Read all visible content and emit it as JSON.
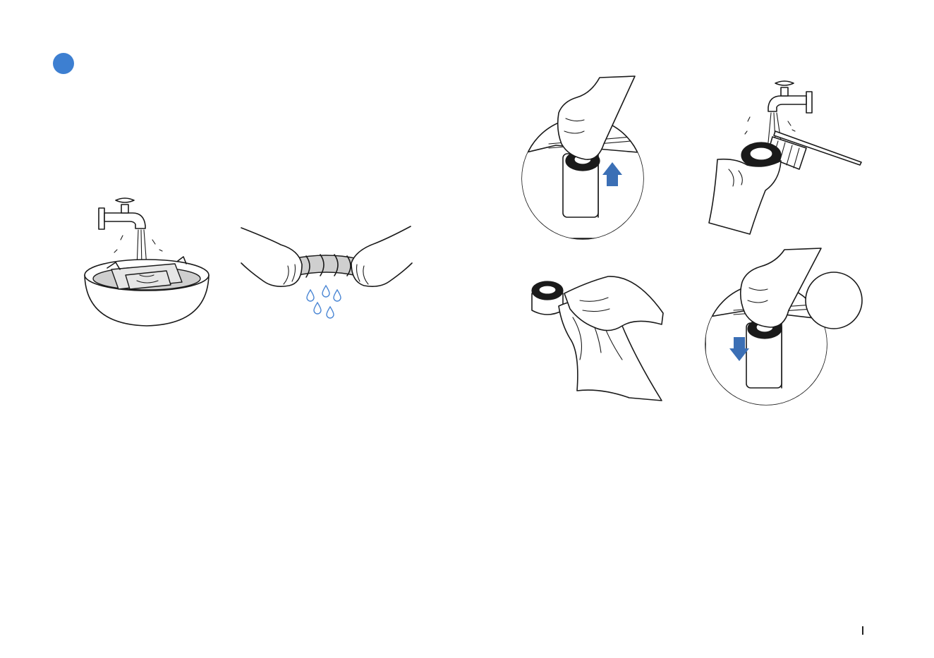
{
  "colors": {
    "step_dot": "#3d7fd1",
    "arrow": "#3b6fb5",
    "water_drop": "#4a86d4"
  },
  "figures": [
    {
      "id": "rinse-mop-pad",
      "icon": "faucet-bowl-icon"
    },
    {
      "id": "wring-mop-pad",
      "icon": "hands-wringing-icon"
    },
    {
      "id": "remove-filter",
      "icon": "hand-lift-filter-icon",
      "arrow": "up"
    },
    {
      "id": "brush-filter",
      "icon": "faucet-brush-icon"
    },
    {
      "id": "wipe-filter",
      "icon": "hand-cloth-icon"
    },
    {
      "id": "reinstall-filter",
      "icon": "hand-insert-filter-icon",
      "arrow": "down"
    }
  ]
}
